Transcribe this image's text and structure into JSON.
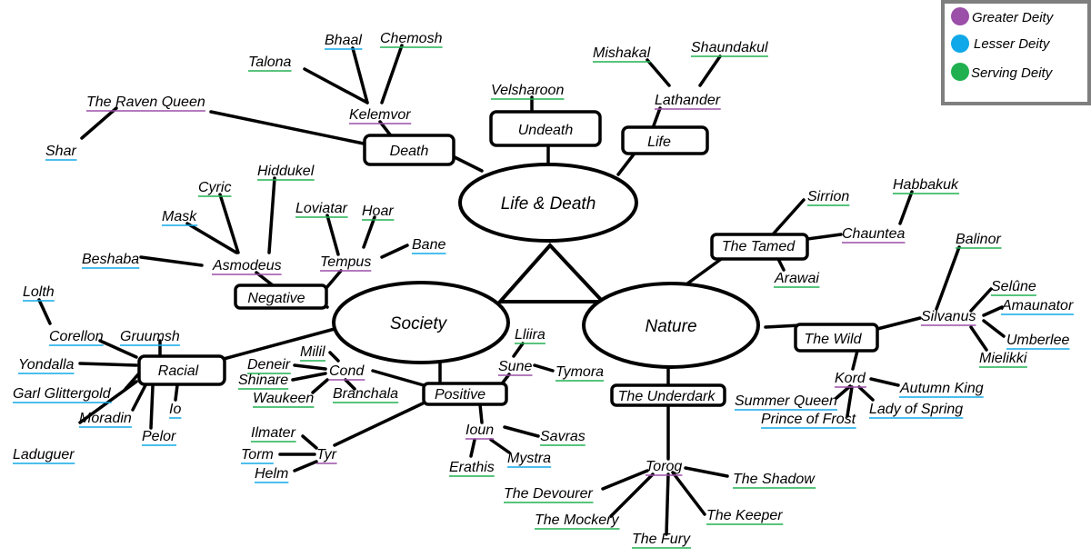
{
  "legend": {
    "items": [
      {
        "label": "Greater Deity",
        "color": "#9b4fa8"
      },
      {
        "label": "Lesser Deity",
        "color": "#10a8e8"
      },
      {
        "label": "Serving Deity",
        "color": "#20b050"
      }
    ]
  },
  "colors": {
    "greater": "#9b4fa8",
    "lesser": "#10a8e8",
    "serving": "#20b050"
  },
  "domains": {
    "life_death": "Life & Death",
    "society": "Society",
    "nature": "Nature"
  },
  "groups": {
    "death": "Death",
    "undeath": "Undeath",
    "life": "Life",
    "negative": "Negative",
    "racial": "Racial",
    "positive": "Positive",
    "tamed": "The Tamed",
    "wild": "The Wild",
    "underdark": "The Underdark"
  },
  "deities": {
    "bhaal": {
      "name": "Bhaal",
      "rank": "lesser"
    },
    "chemosh": {
      "name": "Chemosh",
      "rank": "serving"
    },
    "talona": {
      "name": "Talona",
      "rank": "serving"
    },
    "raven_queen": {
      "name": "The Raven Queen",
      "rank": "greater"
    },
    "kelemvor": {
      "name": "Kelemvor",
      "rank": "greater"
    },
    "shar": {
      "name": "Shar",
      "rank": "lesser"
    },
    "velsharoon": {
      "name": "Velsharoon",
      "rank": "serving"
    },
    "mishakal": {
      "name": "Mishakal",
      "rank": "serving"
    },
    "shaundakul": {
      "name": "Shaundakul",
      "rank": "serving"
    },
    "lathander": {
      "name": "Lathander",
      "rank": "greater"
    },
    "hiddukel": {
      "name": "Hiddukel",
      "rank": "serving"
    },
    "cyric": {
      "name": "Cyric",
      "rank": "serving"
    },
    "mask": {
      "name": "Mask",
      "rank": "lesser"
    },
    "loviatar": {
      "name": "Loviatar",
      "rank": "serving"
    },
    "hoar": {
      "name": "Hoar",
      "rank": "serving"
    },
    "bane": {
      "name": "Bane",
      "rank": "lesser"
    },
    "beshaba": {
      "name": "Beshaba",
      "rank": "lesser"
    },
    "asmodeus": {
      "name": "Asmodeus",
      "rank": "greater"
    },
    "tempus": {
      "name": "Tempus",
      "rank": "greater"
    },
    "lolth": {
      "name": "Lolth",
      "rank": "lesser"
    },
    "corellon": {
      "name": "Corellon",
      "rank": "lesser"
    },
    "gruumsh": {
      "name": "Gruumsh",
      "rank": "lesser"
    },
    "yondalla": {
      "name": "Yondalla",
      "rank": "lesser"
    },
    "garl": {
      "name": "Garl Glittergold",
      "rank": "lesser"
    },
    "moradin": {
      "name": "Moradin",
      "rank": "lesser"
    },
    "laduguer": {
      "name": "Laduguer",
      "rank": "lesser"
    },
    "pelor": {
      "name": "Pelor",
      "rank": "lesser"
    },
    "io": {
      "name": "Io",
      "rank": "lesser"
    },
    "milil": {
      "name": "Milil",
      "rank": "serving"
    },
    "deneir": {
      "name": "Deneir",
      "rank": "serving"
    },
    "shinare": {
      "name": "Shinare",
      "rank": "serving"
    },
    "waukeen": {
      "name": "Waukeen",
      "rank": "serving"
    },
    "cond": {
      "name": "Cond",
      "rank": "greater"
    },
    "branchala": {
      "name": "Branchala",
      "rank": "serving"
    },
    "lliira": {
      "name": "Lliira",
      "rank": "serving"
    },
    "sune": {
      "name": "Sune",
      "rank": "greater"
    },
    "tymora": {
      "name": "Tymora",
      "rank": "serving"
    },
    "ilmater": {
      "name": "Ilmater",
      "rank": "serving"
    },
    "torm": {
      "name": "Torm",
      "rank": "lesser"
    },
    "tyr": {
      "name": "Tyr",
      "rank": "greater"
    },
    "helm": {
      "name": "Helm",
      "rank": "lesser"
    },
    "ioun": {
      "name": "Ioun",
      "rank": "greater"
    },
    "savras": {
      "name": "Savras",
      "rank": "serving"
    },
    "erathis": {
      "name": "Erathis",
      "rank": "serving"
    },
    "mystra": {
      "name": "Mystra",
      "rank": "lesser"
    },
    "sirrion": {
      "name": "Sirrion",
      "rank": "serving"
    },
    "habbakuk": {
      "name": "Habbakuk",
      "rank": "serving"
    },
    "chauntea": {
      "name": "Chauntea",
      "rank": "greater"
    },
    "arawai": {
      "name": "Arawai",
      "rank": "serving"
    },
    "balinor": {
      "name": "Balinor",
      "rank": "serving"
    },
    "selune": {
      "name": "Selûne",
      "rank": "serving"
    },
    "amaunator": {
      "name": "Amaunator",
      "rank": "lesser"
    },
    "silvanus": {
      "name": "Silvanus",
      "rank": "greater"
    },
    "umberlee": {
      "name": "Umberlee",
      "rank": "lesser"
    },
    "mielikki": {
      "name": "Mielikki",
      "rank": "serving"
    },
    "kord": {
      "name": "Kord",
      "rank": "greater"
    },
    "autumn_king": {
      "name": "Autumn King",
      "rank": "lesser"
    },
    "summer_queen": {
      "name": "Summer Queen",
      "rank": "lesser"
    },
    "lady_spring": {
      "name": "Lady of Spring",
      "rank": "lesser"
    },
    "prince_frost": {
      "name": "Prince of Frost",
      "rank": "lesser"
    },
    "torog": {
      "name": "Torog",
      "rank": "greater"
    },
    "the_shadow": {
      "name": "The Shadow",
      "rank": "serving"
    },
    "devourer": {
      "name": "The Devourer",
      "rank": "serving"
    },
    "keeper": {
      "name": "The Keeper",
      "rank": "serving"
    },
    "mockery": {
      "name": "The Mockery",
      "rank": "serving"
    },
    "fury": {
      "name": "The Fury",
      "rank": "serving"
    }
  }
}
